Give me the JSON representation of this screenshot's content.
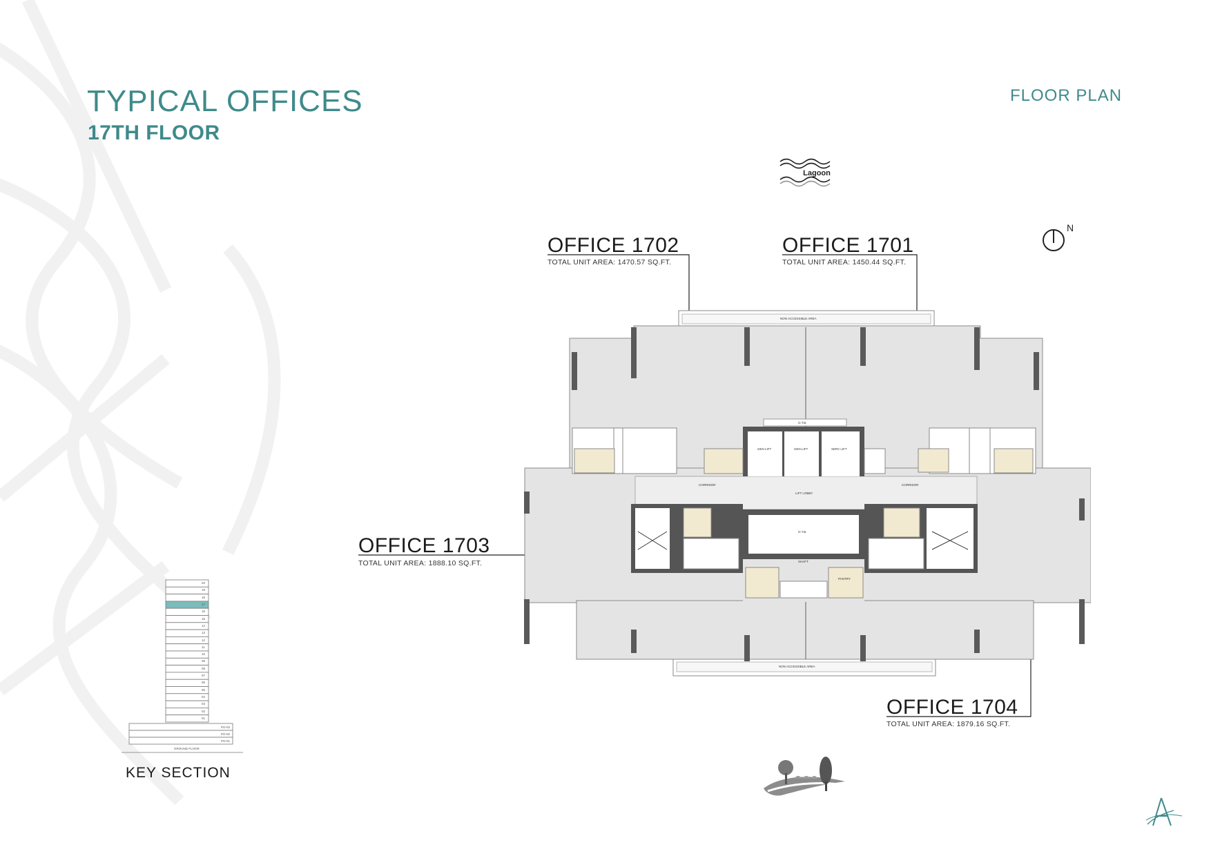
{
  "header": {
    "title": "TYPICAL OFFICES",
    "subtitle": "17TH FLOOR",
    "plan_type": "FLOOR PLAN"
  },
  "offices": [
    {
      "id": "1702",
      "name": "OFFICE 1702",
      "area": "TOTAL UNIT AREA: 1470.57 SQ.FT."
    },
    {
      "id": "1701",
      "name": "OFFICE 1701",
      "area": "TOTAL UNIT AREA: 1450.44 SQ.FT."
    },
    {
      "id": "1703",
      "name": "OFFICE 1703",
      "area": "TOTAL UNIT AREA: 1888.10 SQ.FT."
    },
    {
      "id": "1704",
      "name": "OFFICE 1704",
      "area": "TOTAL UNIT AREA: 1879.16 SQ.FT."
    }
  ],
  "compass": {
    "label": "N"
  },
  "lagoon": {
    "label": "Lagoon"
  },
  "plan_labels": {
    "non_accessible_top": "NON ACCESSIBLE AREA",
    "non_accessible_bottom": "NON ACCESSIBLE AREA",
    "corridor_left": "CORRIDOR",
    "corridor_right": "CORRIDOR",
    "lift_lobby": "LIFT LOBBY",
    "otb_top": "O.T.B.",
    "otb_center": "O.T.B.",
    "shaft": "SHAFT",
    "gen_lift_1": "GEN LIFT",
    "gen_lift_2": "GEN LIFT",
    "serv_lift": "SERV LIFT",
    "pantry": "PANTRY"
  },
  "key_section": {
    "label": "KEY SECTION",
    "floors": [
      "20",
      "19",
      "18",
      "17",
      "16",
      "15",
      "14",
      "13",
      "12",
      "11",
      "10",
      "09",
      "08",
      "07",
      "06",
      "05",
      "04",
      "03",
      "02",
      "01"
    ],
    "podiums": [
      "PO-03",
      "PO-02",
      "PO-01"
    ],
    "ground": "GROUND FLOOR",
    "highlight": "17"
  },
  "colors": {
    "accent": "#3f8a8a",
    "floor_fill": "#e6e6e6",
    "core_wall": "#555555",
    "room_fill": "#f2ead0",
    "highlight": "#7bbcbc"
  }
}
